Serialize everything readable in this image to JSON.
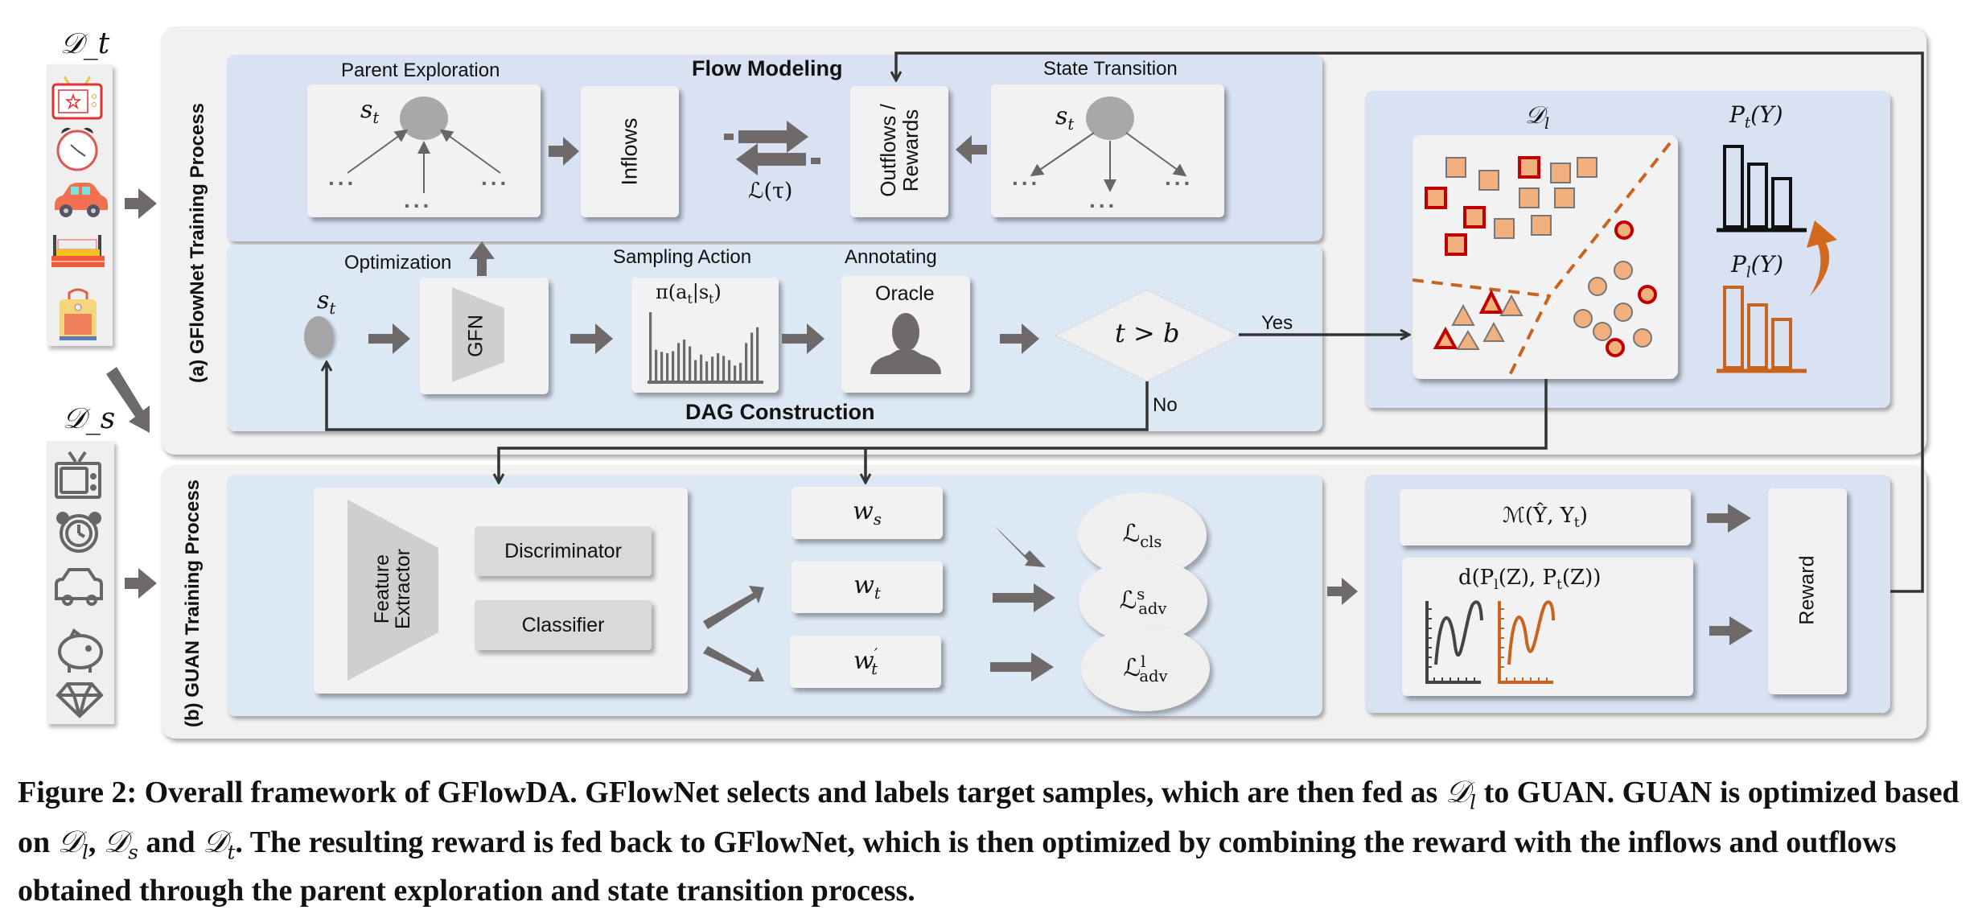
{
  "figure": {
    "datasets": {
      "target": "𝒟_t",
      "source": "𝒟_s",
      "labeled": "𝒟_l",
      "target_icons": [
        "tv-icon",
        "alarm-clock-icon",
        "car-icon",
        "bed-icon",
        "backpack-icon"
      ],
      "source_icons": [
        "tv-icon",
        "alarm-clock-icon",
        "car-icon",
        "piggy-bank-icon",
        "diamond-icon"
      ]
    },
    "panel_a": {
      "title": "(a)  GFlowNet Training Process",
      "flow_modeling": {
        "title": "Flow Modeling",
        "parent_exploration": "Parent Exploration",
        "state_transition": "State Transition",
        "state": "s",
        "state_sub": "t",
        "ellipsis": "...",
        "inflows": "Inflows",
        "outflows_line1": "Outflows /",
        "outflows_line2": "Rewards",
        "loss": "ℒ(τ)"
      },
      "dag": {
        "title": "DAG Construction",
        "optimization": "Optimization",
        "sampling_action": "Sampling Action",
        "annotating": "Annotating",
        "gfn": "GFN",
        "policy": "π(a",
        "policy_sub": "t",
        "policy_mid": "|s",
        "policy_end": ")",
        "oracle": "Oracle",
        "condition": "t > b",
        "yes": "Yes",
        "no": "No",
        "policy_bars": [
          1.0,
          0.45,
          0.42,
          0.4,
          0.43,
          0.55,
          0.6,
          0.5,
          0.3,
          0.38,
          0.28,
          0.35,
          0.4,
          0.36,
          0.3,
          0.22,
          0.26,
          0.55,
          0.7,
          0.78
        ]
      },
      "labeled_panel": {
        "dataset_label": "𝒟",
        "dataset_sub": "l",
        "target_dist": "P",
        "target_dist_sub": "t",
        "target_dist_arg": "(Y)",
        "labeled_dist": "P",
        "labeled_dist_sub": "l",
        "labeled_dist_arg": "(Y)",
        "target_bars": [
          1.0,
          0.78,
          0.6
        ],
        "labeled_bars": [
          1.0,
          0.78,
          0.6
        ],
        "colors": {
          "target": "#111111",
          "labeled": "#c8641e",
          "sample_fill": "#f2b07f",
          "highlight": "#c00000"
        }
      }
    },
    "panel_b": {
      "title": "(b)  GUAN Training Process",
      "feature_extractor_line1": "Feature",
      "feature_extractor_line2": "Extractor",
      "discriminator": "Discriminator",
      "classifier": "Classifier",
      "weights": [
        {
          "base": "w",
          "sub": "s",
          "sup": ""
        },
        {
          "base": "w",
          "sub": "t",
          "sup": ""
        },
        {
          "base": "w",
          "sub": "t",
          "sup": "′"
        }
      ],
      "losses": [
        {
          "base": "ℒ",
          "sub": "cls",
          "sup": ""
        },
        {
          "base": "ℒ",
          "sub": "adv",
          "sup": "s"
        },
        {
          "base": "ℒ",
          "sub": "adv",
          "sup": "l"
        }
      ],
      "metric": "ℳ(Ŷ, Y",
      "metric_sub": "t",
      "metric_end": ")",
      "distance": "d(P",
      "distance_sub1": "l",
      "distance_mid": "(Z), P",
      "distance_sub2": "t",
      "distance_end": "(Z))",
      "reward": "Reward"
    },
    "caption": {
      "prefix": "Figure 2: Overall framework of GFlowDA. GFlowNet selects and labels target samples, which are then fed as ",
      "dl": "𝒟",
      "dl_sub": "l",
      "mid1": " to GUAN. GUAN is optimized based on ",
      "mid2": ", ",
      "ds_sub": "s",
      "mid3": " and ",
      "dt_sub": "t",
      "suffix": ". The resulting reward is fed back to GFlowNet, which is then optimized by combining the reward with the inflows and outflows obtained through the parent exploration and state transition process."
    }
  }
}
